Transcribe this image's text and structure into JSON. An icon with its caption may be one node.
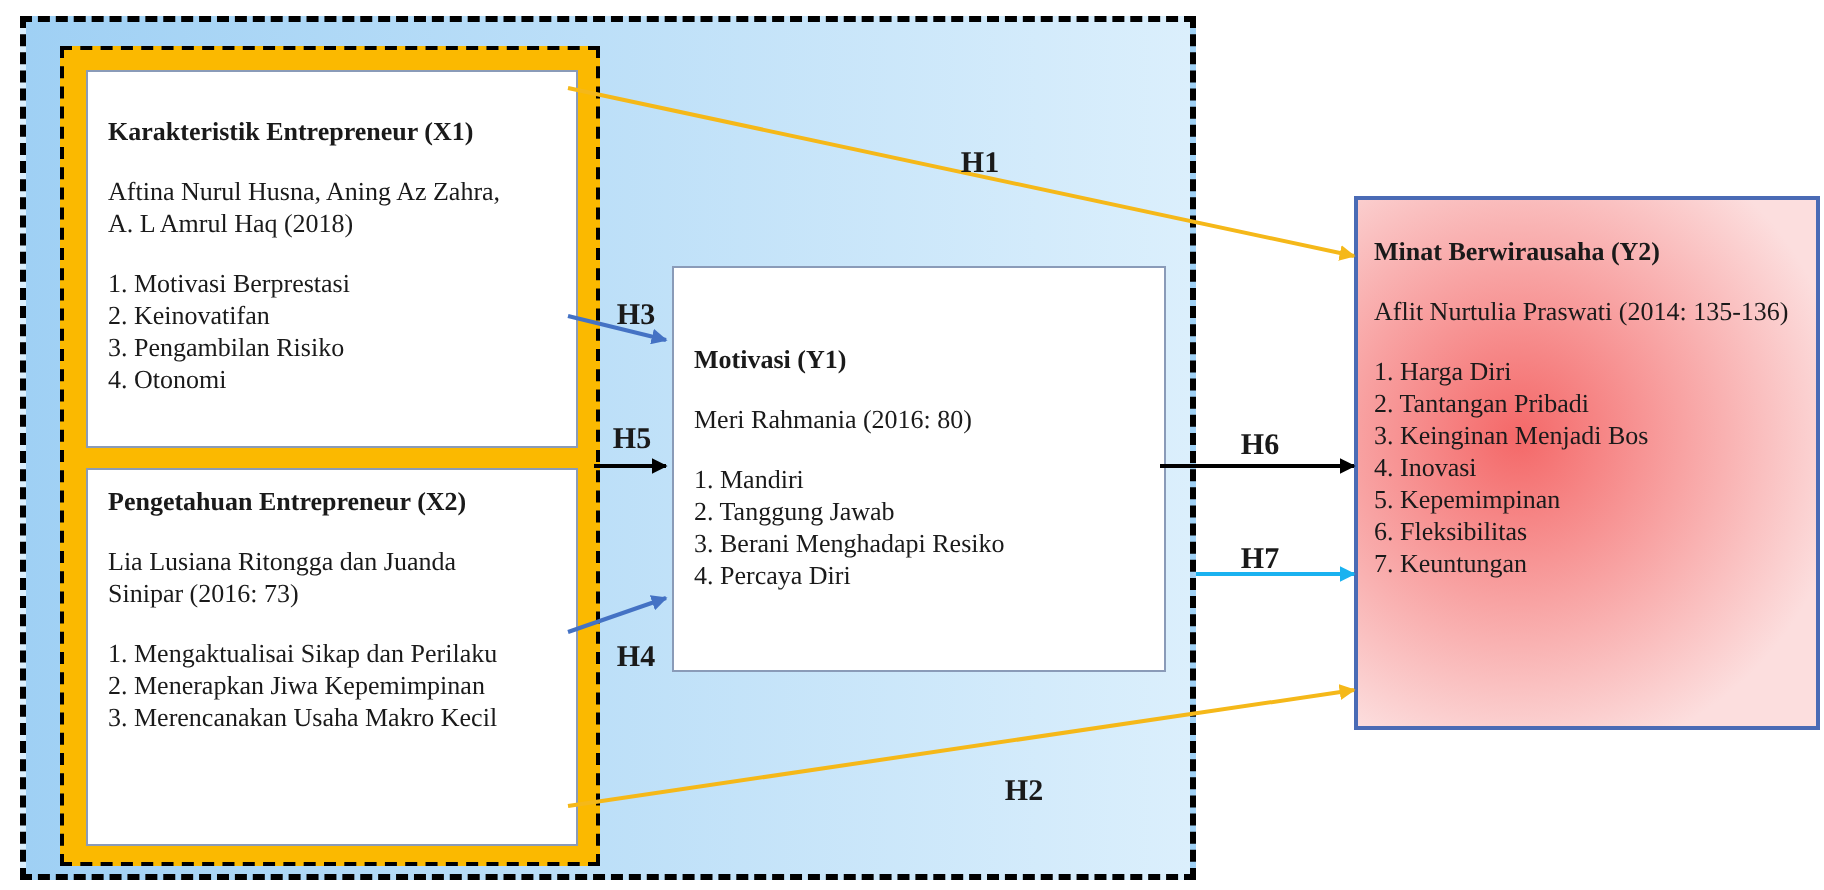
{
  "diagram": {
    "nodes": [
      {
        "text": [],
        "shape": "box"
      },
      {
        "text": [],
        "shape": "box",
        "in": 0
      },
      {
        "text": [
          "Karakteristik Entrepreneur (X1)",
          "Aftina Nurul Husna, Aning Az Zahra, A. L Amrul Haq (2018)",
          "1. Motivasi Berprestasi",
          "2. Keinovatifan",
          "3. Pengambilan Risiko",
          "4. Otonomi"
        ],
        "in": 1
      },
      {
        "text": [
          "Pengetahuan Entrepreneur (X2)",
          "Lia Lusiana Ritongga dan Juanda Sinipar (2016: 73)",
          "1. Mengaktualisai Sikap dan Perilaku",
          "2. Menerapkan Jiwa Kepemimpinan",
          "3. Merencanakan Usaha Makro Kecil"
        ],
        "in": 1
      },
      {
        "text": [
          "Motivasi (Y1)",
          "Meri Rahmania (2016: 80)",
          "1. Mandiri",
          "2. Tanggung Jawab",
          "3. Berani Menghadapi Resiko",
          "4. Percaya Diri"
        ],
        "in": 0
      },
      {
        "text": [
          "Minat Berwirausaha (Y2)",
          "Aflit Nurtulia Praswati (2014: 135-136)",
          "1. Harga Diri",
          "2. Tantangan Pribadi",
          "3. Keinginan Menjadi Bos",
          "4. Inovasi",
          "5. Kepemimpinan",
          "6. Fleksibilitas",
          "7. Keuntungan"
        ]
      }
    ],
    "edges": [
      {
        "from": 2,
        "to": 5,
        "arrow": "to",
        "label": "H1",
        "color": "#f5b819"
      },
      {
        "from": 2,
        "to": 4,
        "arrow": "to",
        "label": "H3",
        "color": "#4472c4"
      },
      {
        "from": 1,
        "to": 4,
        "arrow": "to",
        "label": "H5",
        "color": "#000000"
      },
      {
        "from": 3,
        "to": 4,
        "arrow": "to",
        "label": "H4",
        "color": "#4472c4"
      },
      {
        "from": 3,
        "to": 5,
        "arrow": "to",
        "label": "H2",
        "color": "#f5b819"
      },
      {
        "from": 4,
        "to": 5,
        "arrow": "to",
        "label": "H6",
        "color": "#000000"
      },
      {
        "from": 0,
        "to": 5,
        "arrow": "to",
        "label": "H7",
        "color": "#1ab2f0"
      }
    ]
  }
}
